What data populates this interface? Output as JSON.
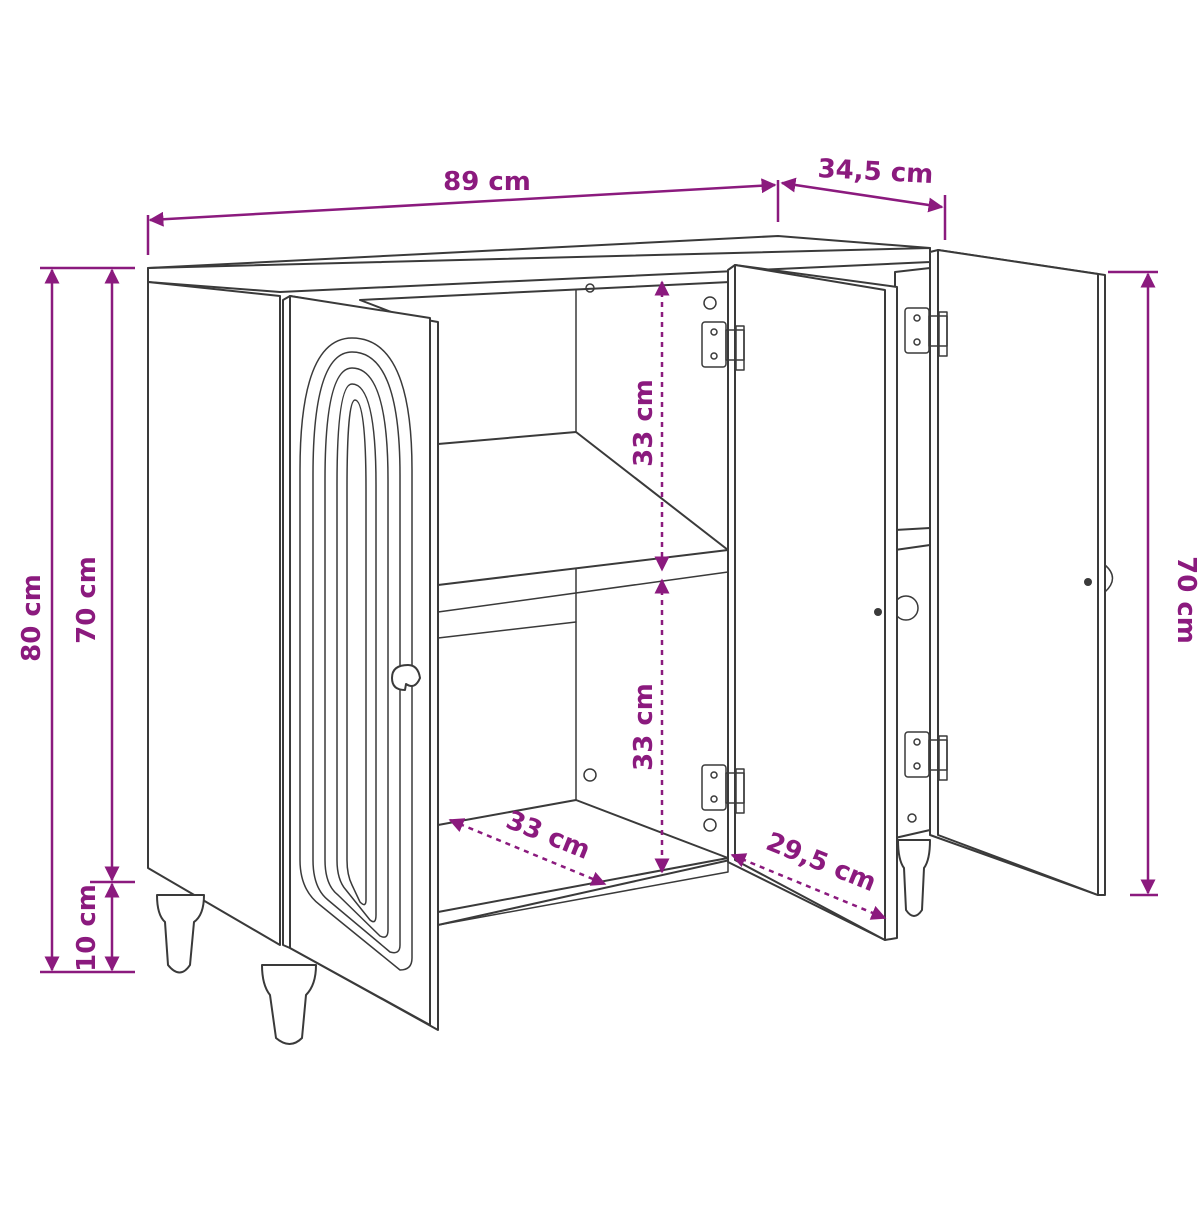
{
  "colors": {
    "dimension": "#8b1a7e",
    "outline": "#3a3a3a"
  },
  "dimensions": {
    "width": "89 cm",
    "depth": "34,5 cm",
    "total_height": "80 cm",
    "body_height": "70 cm",
    "leg_height": "10 cm",
    "door_height": "70 cm",
    "shelf_upper_height": "33 cm",
    "shelf_lower_height": "33 cm",
    "shelf_width": "33 cm",
    "shelf_depth": "29,5 cm"
  }
}
